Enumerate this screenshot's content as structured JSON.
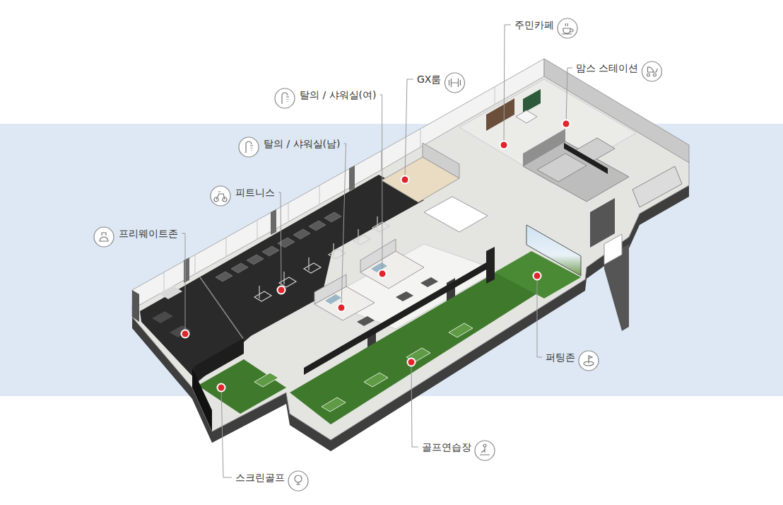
{
  "diagram": {
    "labels": [
      "주민카페",
      "맘스 스테이션",
      "GX룸",
      "탈의 / 샤워실(여)",
      "탈의 / 샤워실(남)",
      "피트니스",
      "프리웨이트존",
      "퍼팅존",
      "골프연습장",
      "스크린골프"
    ]
  }
}
